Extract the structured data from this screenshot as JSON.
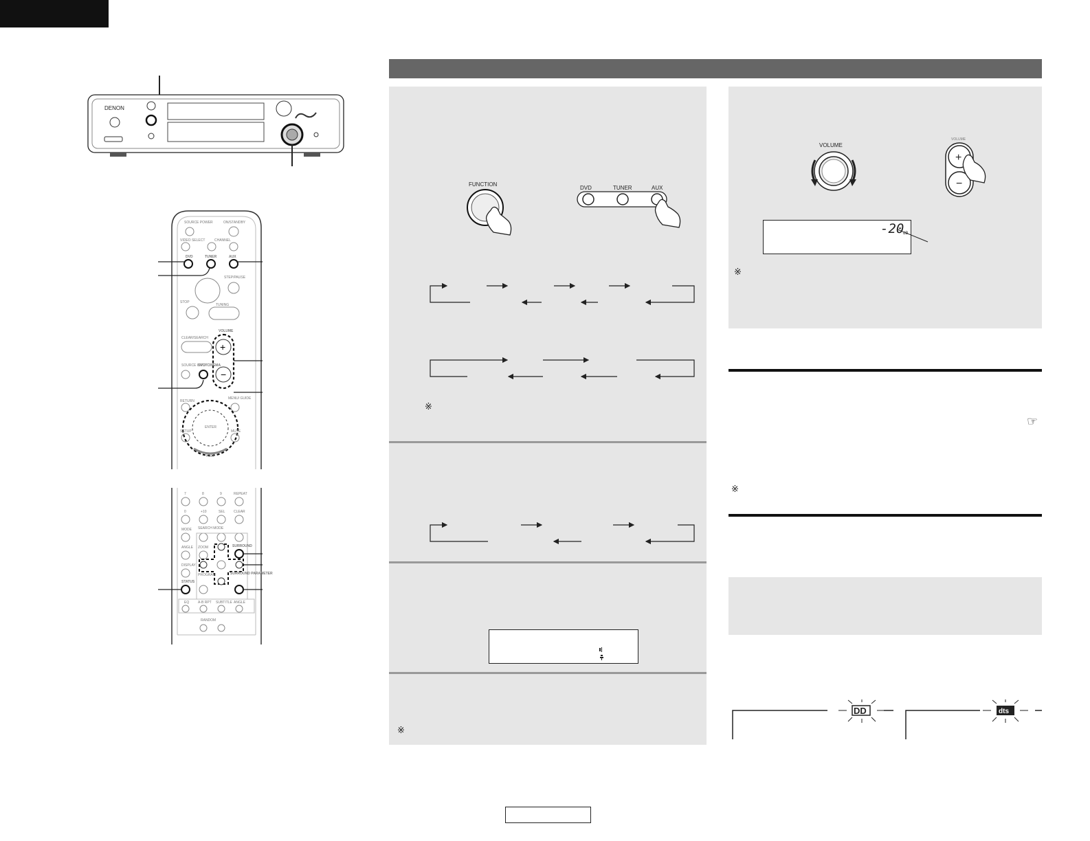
{
  "unit": {
    "brand": "DENON"
  },
  "remote": {
    "power_label": "SOURCE POWER",
    "onstandby_label": "ON/STANDBY",
    "video_select_label": "VIDEO SELECT",
    "channel_label": "CHANNEL",
    "dvd_label": "DVD",
    "tuner_label": "TUNER",
    "aux_label": "AUX",
    "stepause_label": "STEP/PAUSE",
    "stop_label": "STOP",
    "tuning_label": "TUNING",
    "clear_label": "CLEAR/SEARCH",
    "volume_label": "VOLUME",
    "source_input_label": "SOURCE INPUT",
    "dvd_cinema_label": "DVD/ CINEMA",
    "return_label": "RETURN",
    "menu_label": "MENU/ GUIDE",
    "setup_label": "SETUP",
    "mute_label": "MUTE",
    "enter_label": "ENTER",
    "help_label": "HELP",
    "keys_row1": [
      "7",
      "8",
      "9",
      "REPEAT"
    ],
    "keys_row2": [
      "0",
      "+10",
      "SEL",
      "CLEAR"
    ],
    "mode_label": "MODE",
    "search_mode_label": "SEARCH MODE",
    "angle_label": "ANGLE",
    "zoom_label": "ZOOM",
    "surround_label": "SURROUND",
    "display_label": "DISPLAY",
    "program_label": "PROGRAM",
    "surround_param_label": "SURROUND PARAMETER",
    "status_label": "STATUS",
    "bottom_row": [
      "EQ",
      "A-B RPT",
      "SUBTITLE",
      "ANGLE"
    ],
    "random_label": "RANDOM"
  },
  "function_panel": {
    "function_label": "FUNCTION",
    "dvd_label": "DVD",
    "tuner_label": "TUNER",
    "aux_label": "AUX",
    "note_mark": "※"
  },
  "status_note_mark": "※",
  "volume_panel": {
    "volume_knob_label": "VOLUME",
    "volume_button_label": "VOLUME",
    "plus_label": "+",
    "minus_label": "−",
    "display_value": "-20",
    "display_unit": "dB",
    "note_mark": "※"
  },
  "section1": {
    "pointer_icon": "☞",
    "note_mark": "※"
  },
  "indicators": {
    "dolby_label": "DD",
    "dts_label": "dts"
  }
}
